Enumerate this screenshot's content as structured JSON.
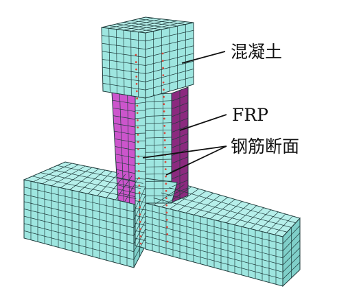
{
  "labels": {
    "concrete": "混凝土",
    "frp": "FRP",
    "rebar_section": "钢筋断面"
  },
  "colors": {
    "concrete_face": "#9ee6e0",
    "concrete_side": "#7fcfc9",
    "concrete_top": "#b6efea",
    "frp_face": "#cc55cc",
    "frp_side": "#8b2a7f",
    "mesh_line": "#1e3b3b",
    "rebar_dot": "#d84a3c",
    "leader_line": "#111111",
    "background": "#ffffff"
  }
}
